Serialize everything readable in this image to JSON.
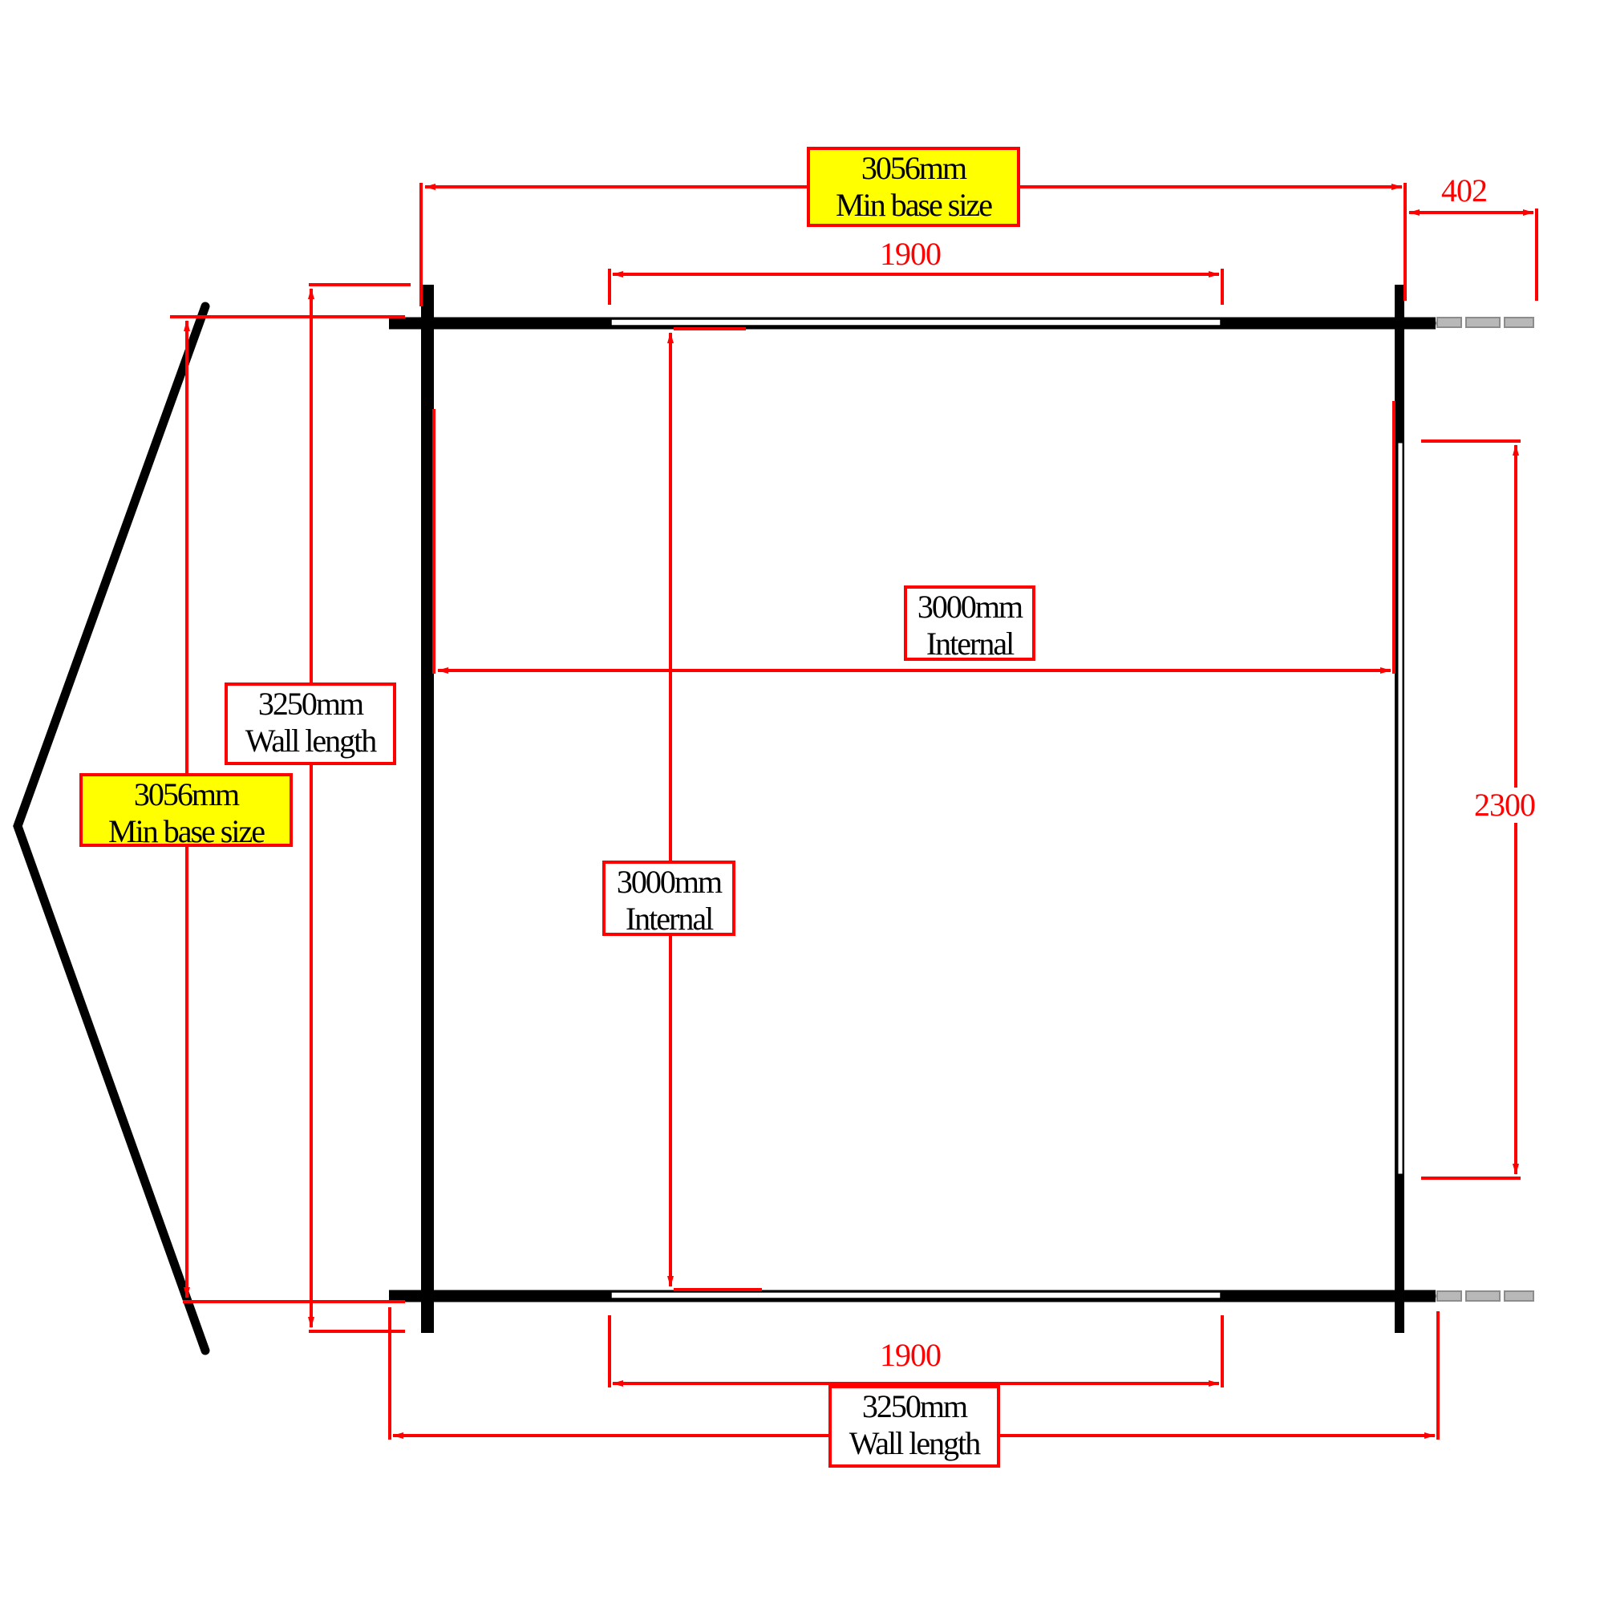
{
  "colors": {
    "wall": "#000000",
    "dimension": "#ff0000",
    "highlight": "#ffff00",
    "extension": "#b0b0b0",
    "background": "#ffffff"
  },
  "labels": {
    "top_base": {
      "value": "3056mm",
      "caption": "Min base size"
    },
    "left_base": {
      "value": "3056mm",
      "caption": "Min base size"
    },
    "left_wall": {
      "value": "3250mm",
      "caption": "Wall length"
    },
    "bottom_wall": {
      "value": "3250mm",
      "caption": "Wall length"
    },
    "internal_width": {
      "value": "3000mm",
      "caption": "Internal"
    },
    "internal_depth": {
      "value": "3000mm",
      "caption": "Internal"
    }
  },
  "dimensions": {
    "top_window": "1900",
    "bottom_window": "1900",
    "overhang": "402",
    "right_door": "2300"
  },
  "icons": {
    "roof_outline": "gable-roof-icon",
    "wall_outline": "wall-icon",
    "window": "window-icon",
    "door": "door-icon"
  }
}
